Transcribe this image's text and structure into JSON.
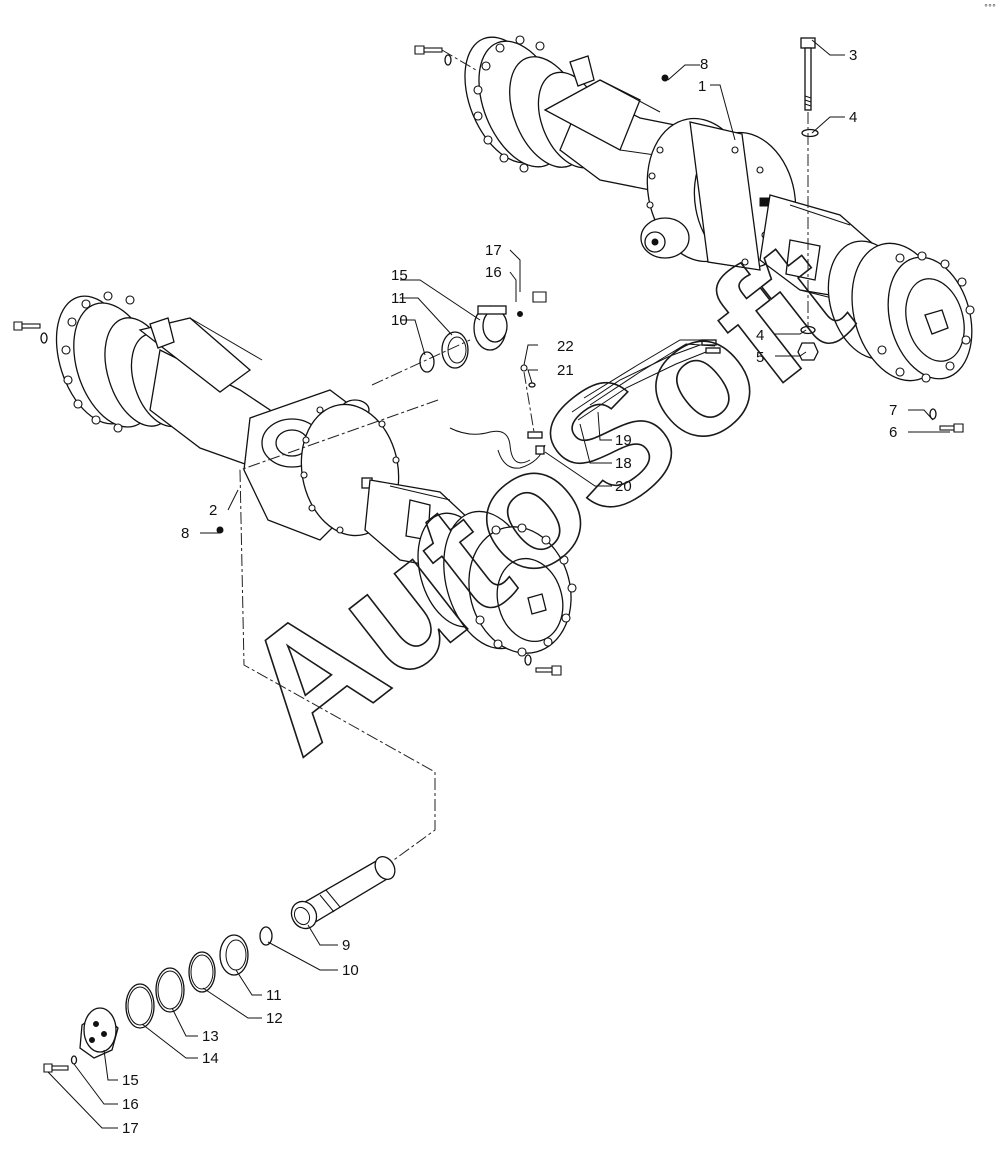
{
  "diagram": {
    "watermark": "AutoSoft",
    "corner_mark": "°°°",
    "callouts": {
      "c1": "1",
      "c2": "2",
      "c3": "3",
      "c4a": "4",
      "c4b": "4",
      "c5": "5",
      "c6": "6",
      "c7": "7",
      "c8a": "8",
      "c8b": "8",
      "c9": "9",
      "c10a": "10",
      "c10b": "10",
      "c11a": "11",
      "c11b": "11",
      "c12": "12",
      "c13": "13",
      "c14": "14",
      "c15a": "15",
      "c15b": "15",
      "c16a": "16",
      "c16b": "16",
      "c17a": "17",
      "c17b": "17",
      "c18": "18",
      "c19": "19",
      "c20": "20",
      "c21": "21",
      "c22": "22"
    }
  }
}
